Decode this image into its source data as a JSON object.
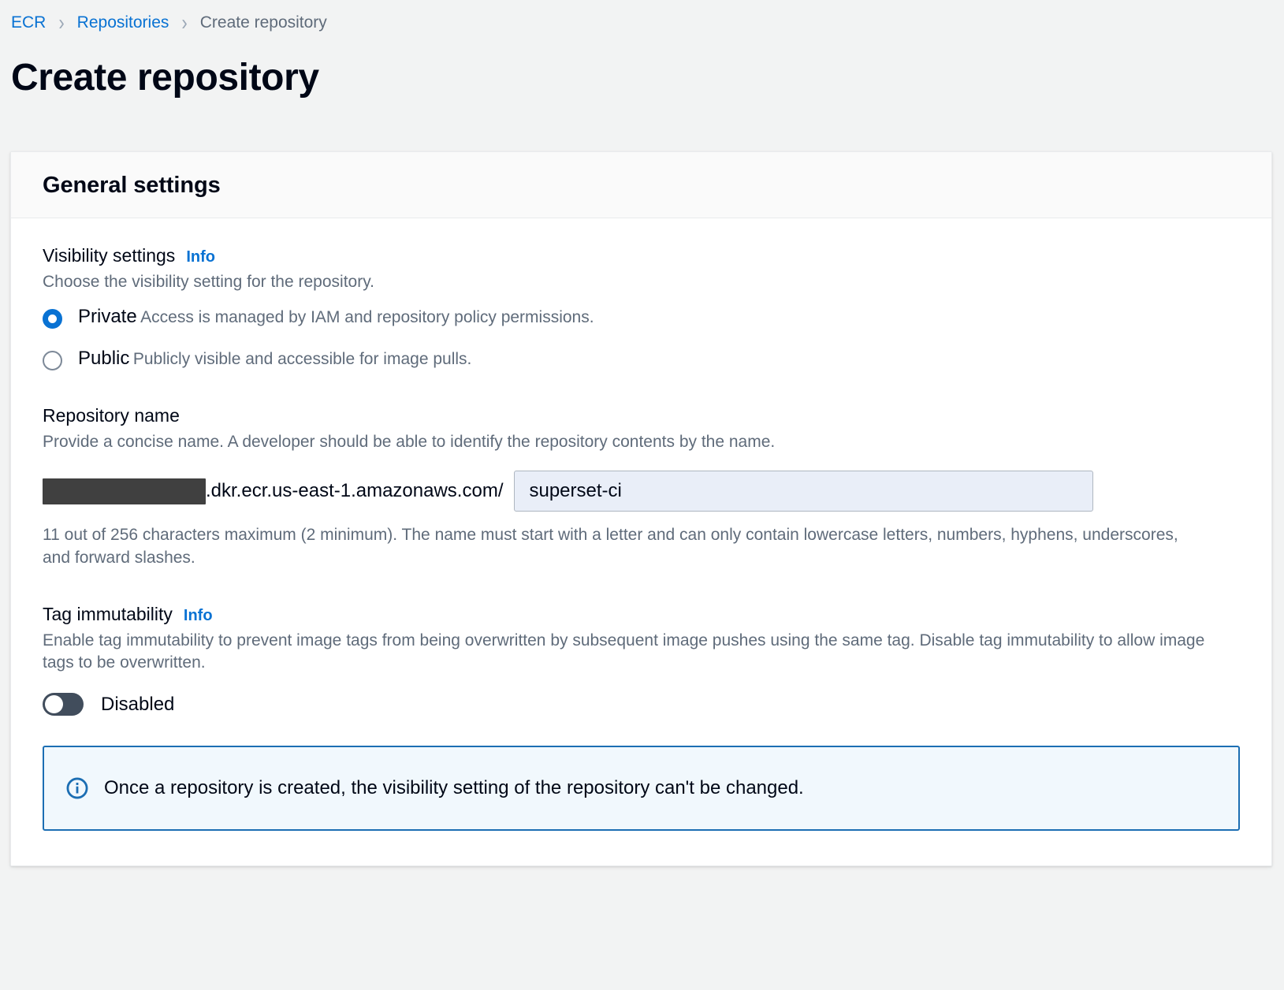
{
  "breadcrumb": {
    "items": [
      {
        "label": "ECR",
        "type": "link"
      },
      {
        "label": "Repositories",
        "type": "link"
      },
      {
        "label": "Create repository",
        "type": "current"
      }
    ],
    "separator": "›"
  },
  "page": {
    "title": "Create repository"
  },
  "card": {
    "header_title": "General settings"
  },
  "visibility": {
    "label": "Visibility settings",
    "info_label": "Info",
    "description": "Choose the visibility setting for the repository.",
    "options": [
      {
        "value": "private",
        "label": "Private",
        "description": "Access is managed by IAM and repository policy permissions.",
        "selected": true
      },
      {
        "value": "public",
        "label": "Public",
        "description": "Publicly visible and accessible for image pulls.",
        "selected": false
      }
    ]
  },
  "repository_name": {
    "label": "Repository name",
    "description": "Provide a concise name. A developer should be able to identify the repository contents by the name.",
    "registry_prefix": ".dkr.ecr.us-east-1.amazonaws.com/",
    "account_id_redacted": true,
    "value": "superset-ci",
    "placeholder": "",
    "character_hint": "11 out of 256 characters maximum (2 minimum). The name must start with a letter and can only contain lowercase letters, numbers, hyphens, underscores, and forward slashes."
  },
  "tag_immutability": {
    "label": "Tag immutability",
    "info_label": "Info",
    "description": "Enable tag immutability to prevent image tags from being overwritten by subsequent image pushes using the same tag. Disable tag immutability to allow image tags to be overwritten.",
    "toggle_state_label": "Disabled",
    "enabled": false
  },
  "alert": {
    "icon": "info-circle-icon",
    "message": "Once a repository is created, the visibility setting of the repository can't be changed."
  },
  "colors": {
    "link": "#0972d3",
    "text": "#000716",
    "muted": "#5f6b7a",
    "page_bg": "#f2f3f3",
    "alert_bg": "#f1f8fd",
    "alert_border": "#1c6eb3",
    "toggle_off": "#414d5c",
    "input_bg": "#e9eef8"
  }
}
